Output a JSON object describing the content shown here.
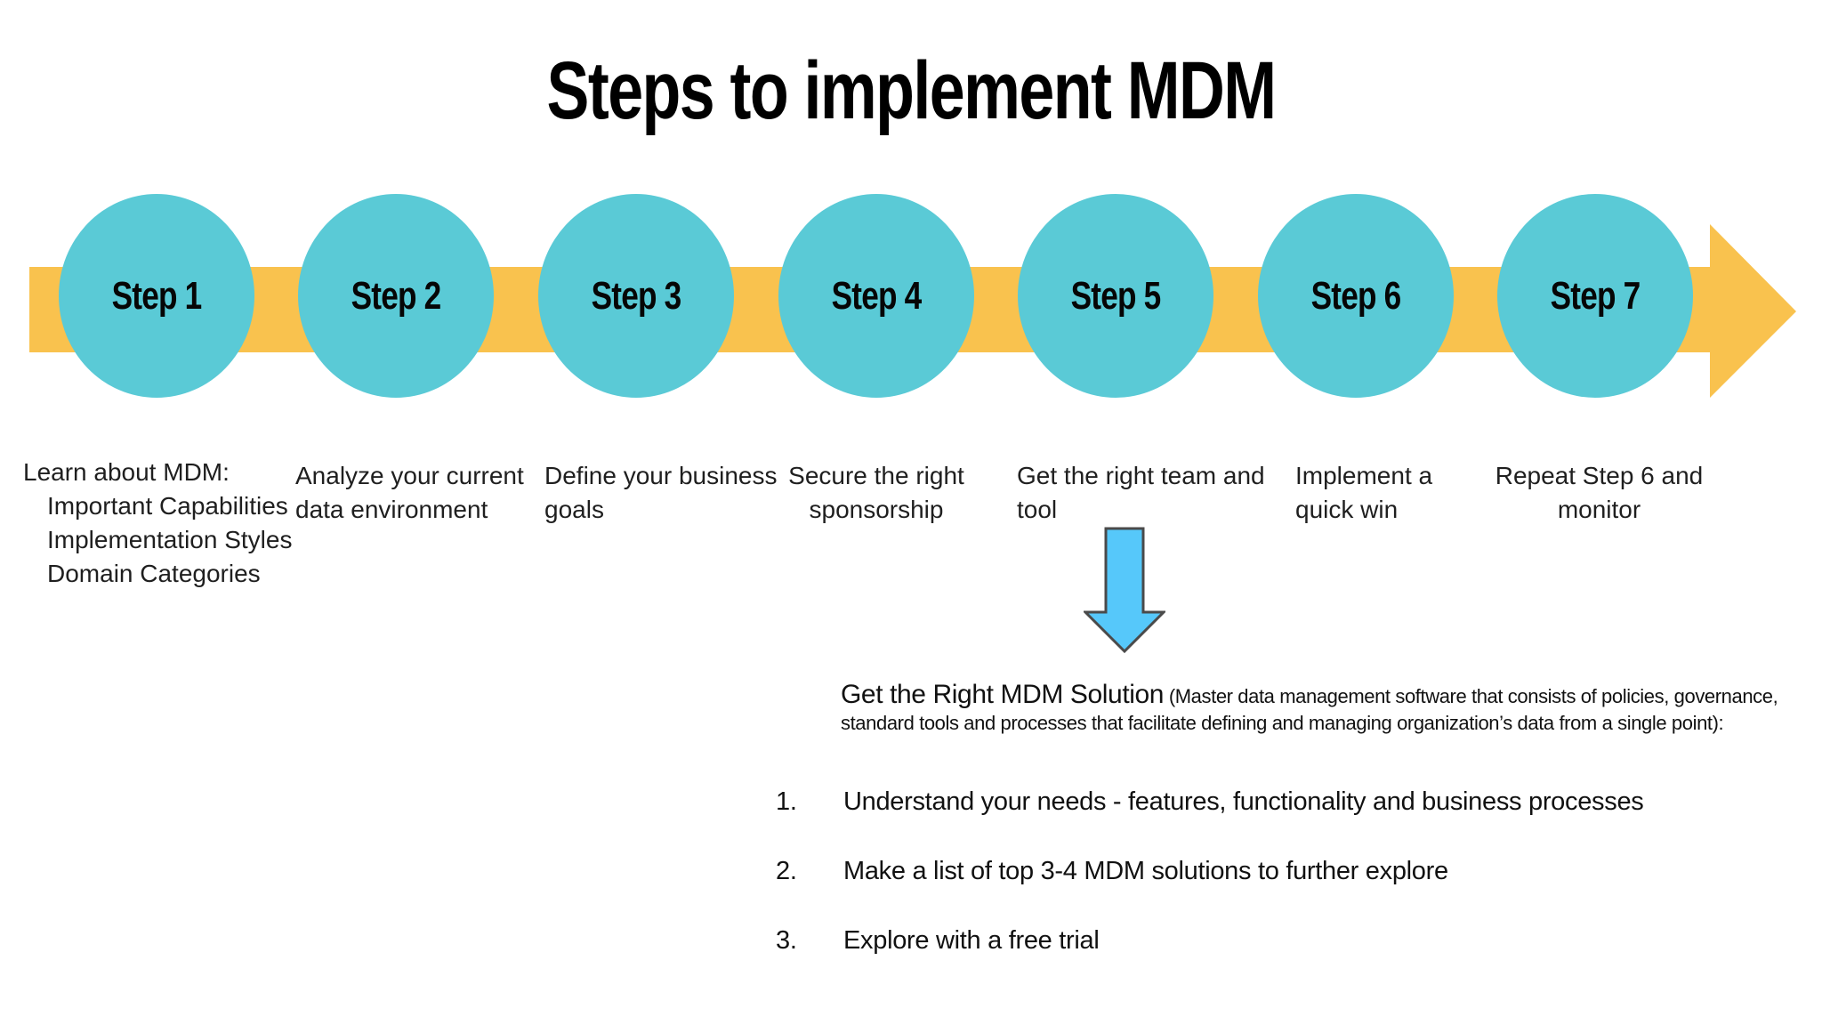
{
  "title": "Steps to implement MDM",
  "colors": {
    "timeline_yellow": "#F9C24E",
    "circle_teal": "#5ACAD6",
    "down_arrow_blue": "#56C8FA",
    "down_arrow_border": "#4A4A4A",
    "text": "#1B1B1B"
  },
  "icons": {
    "timeline_arrowhead": "right-arrow",
    "callout_arrow": "down-arrow"
  },
  "timeline": {
    "steps": [
      {
        "label": "Step 1",
        "description": "Learn about MDM:",
        "sub_items": [
          "Important Capabilities",
          "Implementation Styles",
          "Domain Categories"
        ]
      },
      {
        "label": "Step 2",
        "description": "Analyze your current data environment"
      },
      {
        "label": "Step 3",
        "description": "Define your business goals"
      },
      {
        "label": "Step 4",
        "description": "Secure the right sponsorship"
      },
      {
        "label": "Step 5",
        "description": "Get the right team and tool"
      },
      {
        "label": "Step 6",
        "description": "Implement a quick win"
      },
      {
        "label": "Step 7",
        "description": "Repeat Step 6 and monitor"
      }
    ]
  },
  "callout": {
    "heading": "Get the Right MDM Solution",
    "heading_note": "(Master data management software that consists of policies, governance, standard tools and processes that facilitate defining and managing organization’s data from a single point):",
    "items": [
      {
        "number": "1.",
        "text": "Understand your needs - features, functionality and business processes"
      },
      {
        "number": "2.",
        "text": "Make a list of top 3-4 MDM solutions to further explore"
      },
      {
        "number": "3.",
        "text": "Explore with a free trial"
      }
    ]
  }
}
